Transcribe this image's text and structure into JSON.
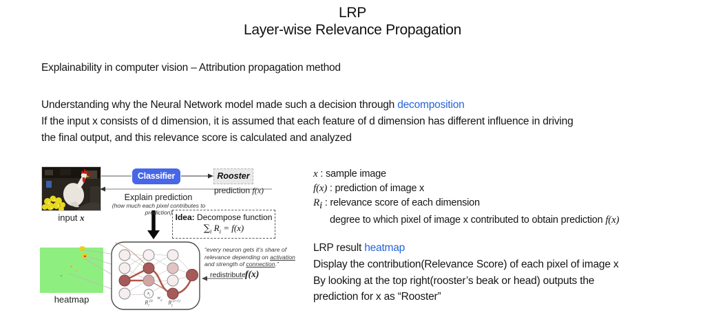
{
  "title": {
    "line1": "LRP",
    "line2": "Layer-wise Relevance Propagation"
  },
  "intro": {
    "line1": "Explainability in computer vision – Attribution propagation method",
    "line2_prefix": "Understanding why the Neural Network model made such a decision through ",
    "line2_link": "decomposition",
    "line3": "If the input x consists of d dimension, it is assumed that each feature of d dimension has different influence in driving",
    "line4": "the final output, and this relevance score is calculated and analyzed"
  },
  "diagram": {
    "input_label": {
      "prefix": "input ",
      "math": "x"
    },
    "classifier": "Classifier",
    "rooster": "Rooster",
    "prediction": {
      "prefix": "prediction ",
      "math": "f(x)"
    },
    "explain": {
      "title": "Explain prediction",
      "subtitle": "(how much each pixel contributes to prediction)"
    },
    "idea": {
      "bold": "Idea:",
      "rest": " Decompose function",
      "formula": {
        "sum": "∑",
        "sum_sub": "i",
        "r_base": "R",
        "r_sub": "i",
        "eq": " = ",
        "fx": "f(x)"
      }
    },
    "heatmap_label": "heatmap",
    "quote": {
      "line1": "“every neuron gets it’s share of",
      "line2_pre": "relevance depending on ",
      "line2_u": "activation",
      "line3_pre": "and strength of ",
      "line3_u": "connection",
      "line3_end": ".”"
    },
    "redistribute": {
      "label": "redistribute",
      "math": "f(x)"
    },
    "nn": {
      "xi_base": "x",
      "xi_sub": "i",
      "w_base": "w",
      "w_sub": "ij",
      "rl_base": "R",
      "rl_sub": "i",
      "rl_sup": "(l)",
      "rl1_base": "R",
      "rl1_sub": "j",
      "rl1_sup": "(l+1)"
    }
  },
  "definitions": {
    "line1": {
      "math": "x",
      "text": " : sample image"
    },
    "line2": {
      "math": "f(x)",
      "text": " : prediction of image x"
    },
    "line3": {
      "math_base": "R",
      "math_sub": "i",
      "text": " : relevance score of each dimension"
    },
    "line4": {
      "text": "degree to which pixel of image x contributed to obtain prediction ",
      "math": "f(x)"
    }
  },
  "result": {
    "line1_prefix": "LRP result ",
    "line1_link": "heatmap",
    "line2": "Display the contribution(Relevance Score) of each pixel of image x",
    "line3": "By looking at the top right(rooster’s beak or head) outputs the",
    "line4": "prediction for x as “Rooster”"
  },
  "colors": {
    "link_blue": "#2563d9",
    "classifier_blue": "#4766e8",
    "heatmap_green": "#8fee80",
    "node_dark_red": "#a65b5b",
    "node_medium_red": "#d4a5a5",
    "node_light": "#f6eeee",
    "relevance_path_red": "#b0574c"
  }
}
